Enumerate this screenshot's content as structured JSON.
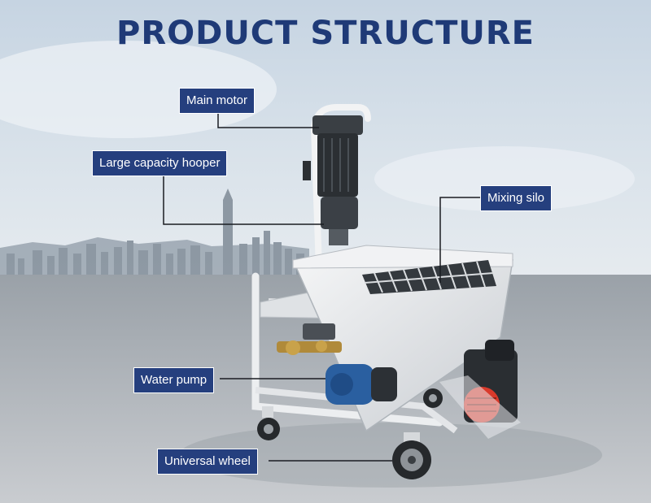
{
  "title": "PRODUCT STRUCTURE",
  "callouts": {
    "main_motor": "Main motor",
    "hopper": "Large capacity hooper",
    "mixing_silo": "Mixing silo",
    "water_pump": "Water pump",
    "universal_wheel": "Universal wheel"
  },
  "colors": {
    "label_bg": "#253f7e",
    "title": "#1f3a77",
    "machine_body": "#e9ebee",
    "motor": "#2b2f33",
    "pump_blue": "#2a5fa0",
    "fan_red": "#d93a2b"
  }
}
